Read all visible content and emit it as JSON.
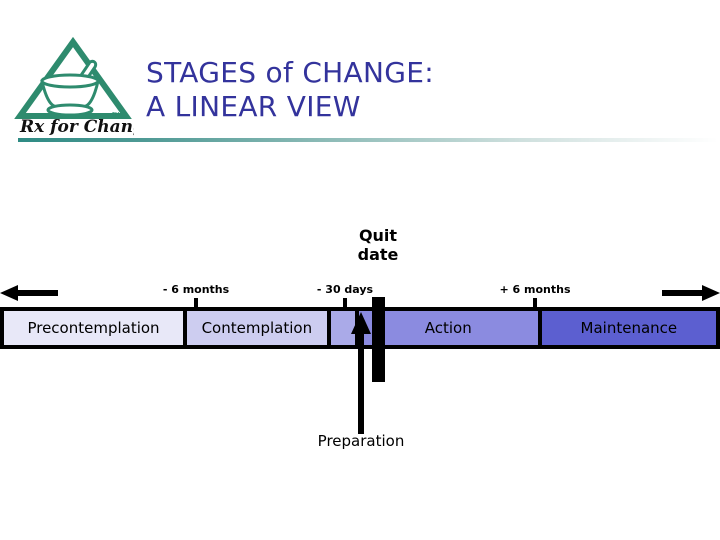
{
  "slide": {
    "title_lines": [
      "STAGES of CHANGE:",
      "A LINEAR VIEW"
    ],
    "logo_text": "Rx for Change",
    "logo_icon": "mortar-and-pestle-in-triangle-logo",
    "title_color": "#33339c",
    "rule_color": "#2e8b84"
  },
  "diagram": {
    "quit_date_label_line1": "Quit",
    "quit_date_label_line2": "date",
    "preparation_label": "Preparation",
    "left_arrow_icon": "arrow-left-icon",
    "right_arrow_icon": "arrow-right-icon",
    "preparation_arrow_icon": "arrow-up-icon",
    "quit_date_marker_icon": "vertical-bar-marker-icon",
    "tick_labels": [
      {
        "text": "- 6 months"
      },
      {
        "text": "- 30 days"
      },
      {
        "text": "+ 6 months"
      }
    ],
    "stages": [
      {
        "label": "Precontemplation",
        "color": "#e8e8f8",
        "width": 194
      },
      {
        "label": "Contemplation",
        "color": "#cdcdf0",
        "width": 149
      },
      {
        "label": "",
        "color": "#aaaae8",
        "width": 29
      },
      {
        "label": "Action",
        "color": "#8b8be0",
        "width": 190
      },
      {
        "label": "Maintenance",
        "color": "#5c5fd0",
        "width": 185
      }
    ]
  }
}
